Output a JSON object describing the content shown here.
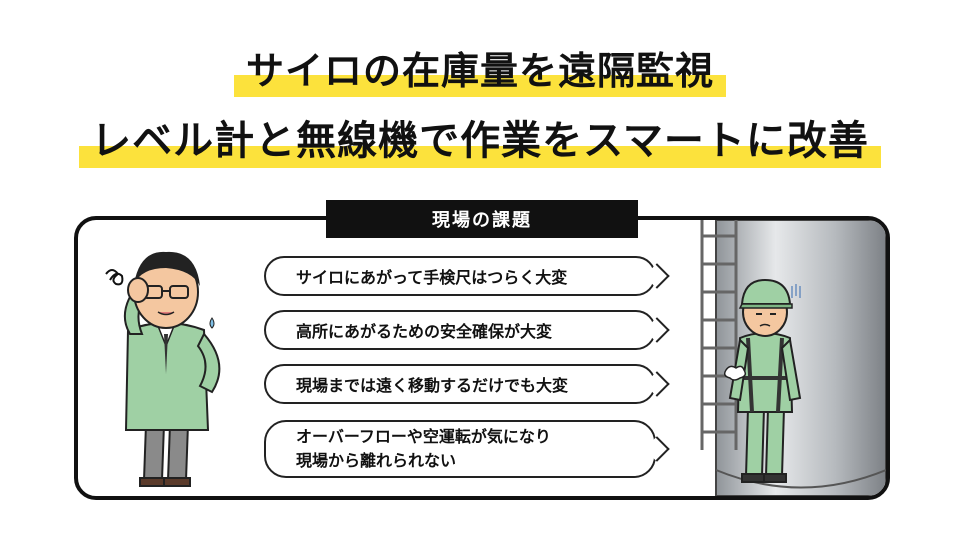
{
  "title": {
    "line1": "サイロの在庫量を遠隔監視",
    "line2": "レベル計と無線機で作業をスマートに改善"
  },
  "section_label": "現場の課題",
  "issues": [
    "サイロにあがって手検尺はつらく大変",
    "高所にあがるための安全確保が大変",
    "現場までは遠く移動するだけでも大変",
    "オーバーフローや空運転が気になり\n現場から離れられない"
  ],
  "colors": {
    "highlight": "#fce23c",
    "uniform": "#9fd0a4",
    "silo": "#c9ccd0",
    "outline": "#111111"
  }
}
